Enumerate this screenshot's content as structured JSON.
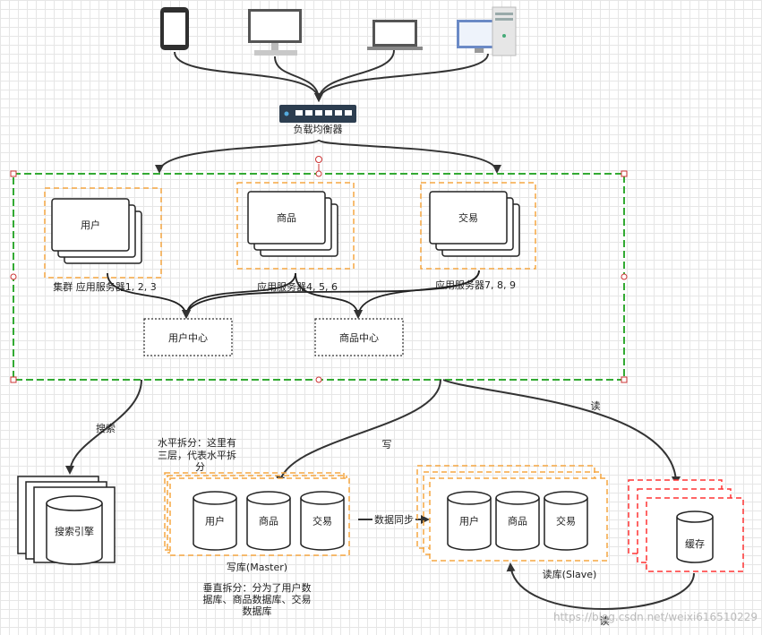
{
  "load_balancer": {
    "label": "负载均衡器"
  },
  "cluster_labels": {
    "user": "集群 应用服务器1, 2, 3",
    "product": "应用服务器4, 5, 6",
    "trade": "应用服务器7, 8, 9"
  },
  "service_labels": {
    "user": "用户",
    "product": "商品",
    "trade": "交易"
  },
  "centers": {
    "user": "用户中心",
    "product": "商品中心"
  },
  "edges": {
    "search": "搜索",
    "write": "写",
    "read": "读",
    "sync": "数据同步",
    "read_bottom": "读"
  },
  "search_engine": {
    "label": "搜索引擎"
  },
  "horizontal_note": [
    "水平拆分：这里有",
    "三层，代表水平拆",
    "分"
  ],
  "master": {
    "title": "写库(Master)",
    "dbs": [
      "用户",
      "商品",
      "交易"
    ]
  },
  "slave": {
    "title": "读库(Slave)",
    "dbs": [
      "用户",
      "商品",
      "交易"
    ]
  },
  "vertical_note": [
    "垂直拆分：分为了用户数",
    "据库、商品数据库、交易",
    "数据库"
  ],
  "cache": {
    "label": "缓存"
  },
  "watermark": "https://blog.csdn.net/weixi616510229",
  "colors": {
    "orange": "#f5a742",
    "green": "#33aa33",
    "red": "#ff3333",
    "dark": "#333333"
  }
}
